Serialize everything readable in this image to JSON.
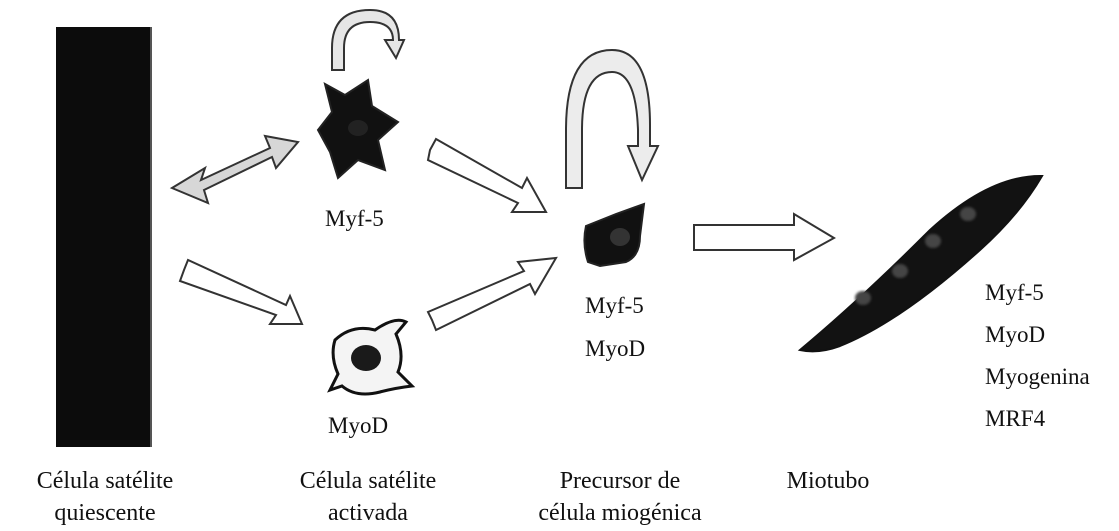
{
  "stages": [
    {
      "caption_line1": "Célula satélite",
      "caption_line2": "quiescente"
    },
    {
      "caption_line1": "Célula satélite",
      "caption_line2": "activada"
    },
    {
      "caption_line1": "Precursor de",
      "caption_line2": "célula miogénica"
    },
    {
      "caption_line1": "Miotubo",
      "caption_line2": ""
    }
  ],
  "markers": {
    "activated_top": "Myf-5",
    "activated_bottom": "MyoD",
    "precursor": [
      "Myf-5",
      "MyoD"
    ],
    "myotube": [
      "Myf-5",
      "MyoD",
      "Myogenina",
      "MRF4"
    ]
  }
}
